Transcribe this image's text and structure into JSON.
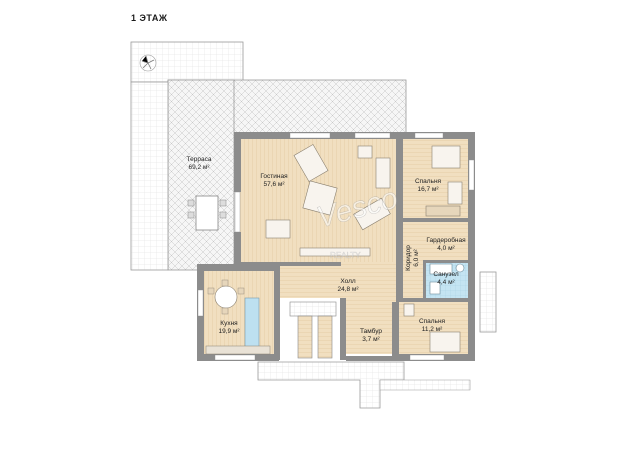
{
  "floor_title": "1 ЭТАЖ",
  "rooms": {
    "terrace": {
      "name": "Терраса",
      "area": "69,2 м²"
    },
    "living": {
      "name": "Гостиная",
      "area": "57,6 м²"
    },
    "bedroom1": {
      "name": "Спальня",
      "area": "16,7 м²"
    },
    "wardrobe": {
      "name": "Гардеробная",
      "area": "4,0 м²"
    },
    "corridor": {
      "name": "Коридор",
      "area": "6,0 м²"
    },
    "bathroom": {
      "name": "Санузел",
      "area": "4,4 м²"
    },
    "hall": {
      "name": "Холл",
      "area": "24,8 м²"
    },
    "kitchen": {
      "name": "Кухня",
      "area": "19,9 м²"
    },
    "vestibule": {
      "name": "Тамбур",
      "area": "3,7 м²"
    },
    "bedroom2": {
      "name": "Спальня",
      "area": "11,2 м²"
    }
  },
  "watermark": {
    "brand": "Vesco",
    "sub": "REALTY"
  },
  "colors": {
    "wall": "#8c8c8c",
    "floor_wood": "#f1dfc0",
    "terrace": "#f3f3f3",
    "tile": "#bfe0ef",
    "furniture": "#c9bba7"
  }
}
